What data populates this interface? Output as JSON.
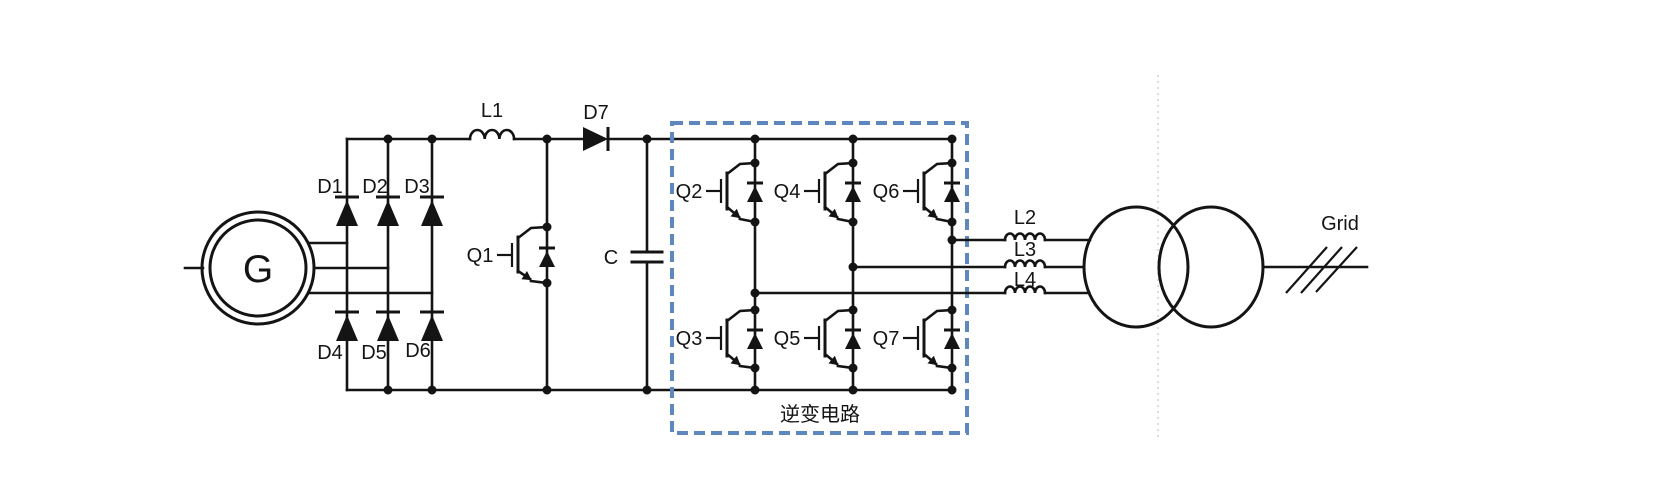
{
  "diagram": {
    "generator": {
      "label": "G"
    },
    "rectifier": {
      "diodes": [
        "D1",
        "D2",
        "D3",
        "D4",
        "D5",
        "D6"
      ]
    },
    "boost": {
      "inductor": "L1",
      "switch": "Q1",
      "diode": "D7",
      "capacitor": "C"
    },
    "inverter": {
      "box_label": "逆变电路",
      "top_switches": [
        "Q2",
        "Q4",
        "Q6"
      ],
      "bottom_switches": [
        "Q3",
        "Q5",
        "Q7"
      ]
    },
    "filter_inductors": [
      "L2",
      "L3",
      "L4"
    ],
    "grid": {
      "label": "Grid"
    },
    "colors": {
      "ink": "#141414",
      "box": "#5e87bd",
      "guide": "#d4d4d4",
      "bg": "#ffffff"
    }
  }
}
